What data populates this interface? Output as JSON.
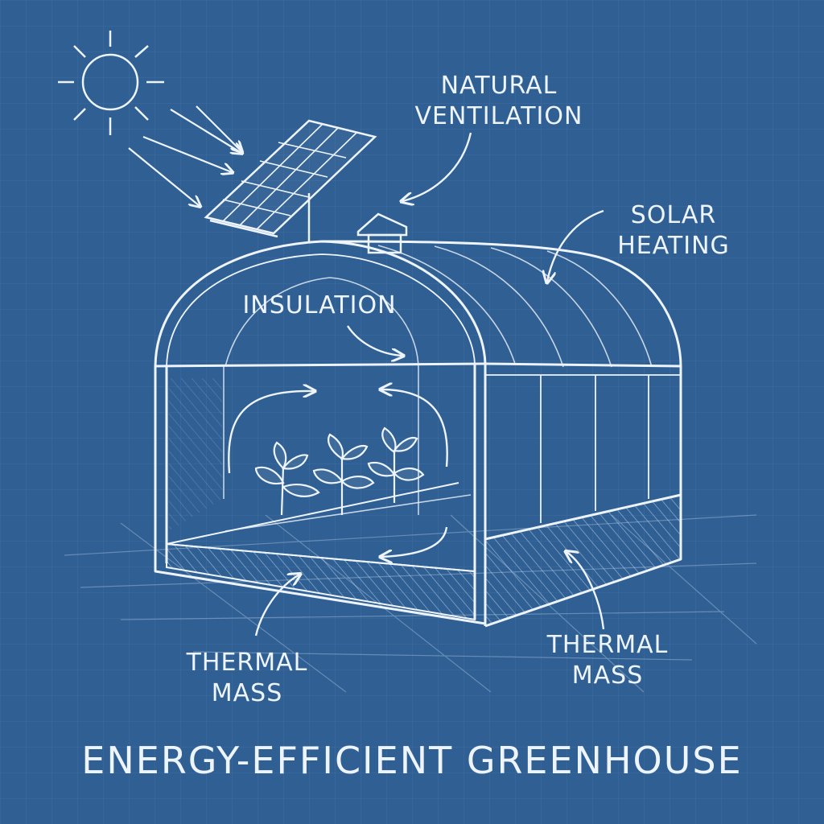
{
  "title": "ENERGY-EFFICIENT GREENHOUSE",
  "labels": {
    "natural_ventilation": {
      "line1": "NATURAL",
      "line2": "VENTILATION"
    },
    "solar_heating": {
      "line1": "SOLAR",
      "line2": "HEATING"
    },
    "insulation": "INSULATION",
    "thermal_mass_left": {
      "line1": "THERMAL",
      "line2": "MASS"
    },
    "thermal_mass_right": {
      "line1": "THERMAL",
      "line2": "MASS"
    }
  },
  "colors": {
    "background": "#2f5f93",
    "grid": "#4a78aa",
    "line": "#e8f0fa"
  }
}
